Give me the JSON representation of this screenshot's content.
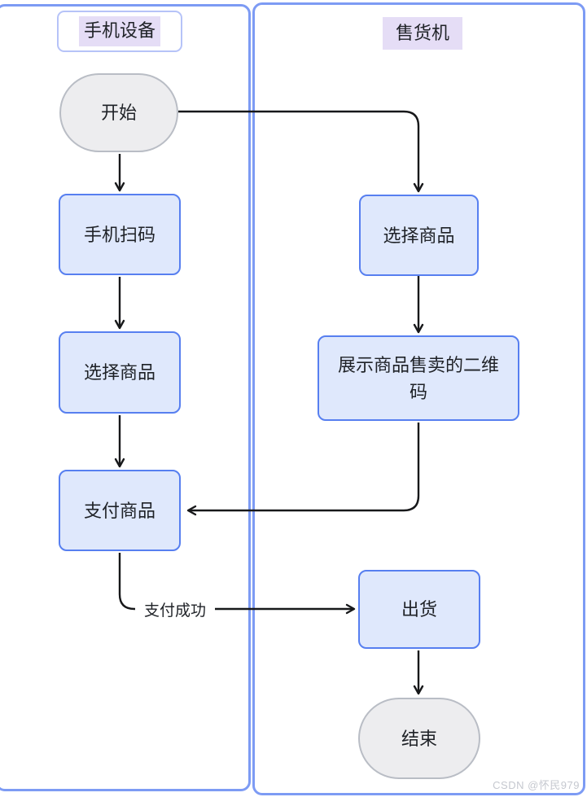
{
  "diagram": {
    "lanes": [
      {
        "id": "mobile",
        "title": "手机设备"
      },
      {
        "id": "vending",
        "title": "售货机"
      }
    ],
    "nodes": {
      "start": {
        "label": "开始",
        "shape": "terminal",
        "lane": "mobile"
      },
      "scan": {
        "label": "手机扫码",
        "shape": "process",
        "lane": "mobile"
      },
      "select_mobile": {
        "label": "选择商品",
        "shape": "process",
        "lane": "mobile"
      },
      "pay": {
        "label": "支付商品",
        "shape": "process",
        "lane": "mobile"
      },
      "select_vending": {
        "label": "选择商品",
        "shape": "process",
        "lane": "vending"
      },
      "show_qr": {
        "label": "展示商品售卖的二维码",
        "shape": "process",
        "lane": "vending"
      },
      "dispense": {
        "label": "出货",
        "shape": "process",
        "lane": "vending"
      },
      "end": {
        "label": "结束",
        "shape": "terminal",
        "lane": "vending"
      }
    },
    "edges": [
      {
        "from": "start",
        "to": "scan"
      },
      {
        "from": "scan",
        "to": "select_mobile"
      },
      {
        "from": "select_mobile",
        "to": "pay"
      },
      {
        "from": "start",
        "to": "select_vending"
      },
      {
        "from": "select_vending",
        "to": "show_qr"
      },
      {
        "from": "show_qr",
        "to": "pay"
      },
      {
        "from": "pay",
        "to": "dispense",
        "label": "支付成功"
      },
      {
        "from": "dispense",
        "to": "end"
      }
    ],
    "edge_labels": {
      "pay_success": "支付成功"
    },
    "colors": {
      "lane_border": "#7d9bf4",
      "node_border": "#577ff0",
      "node_fill": "#dfe8fc",
      "terminal_border": "#b9bdc5",
      "terminal_fill": "#ededef",
      "title_highlight": "#e5ddf6",
      "arrow": "#17181a",
      "watermark_text": "#c5c8cf"
    }
  },
  "watermark": "CSDN @怀民979"
}
